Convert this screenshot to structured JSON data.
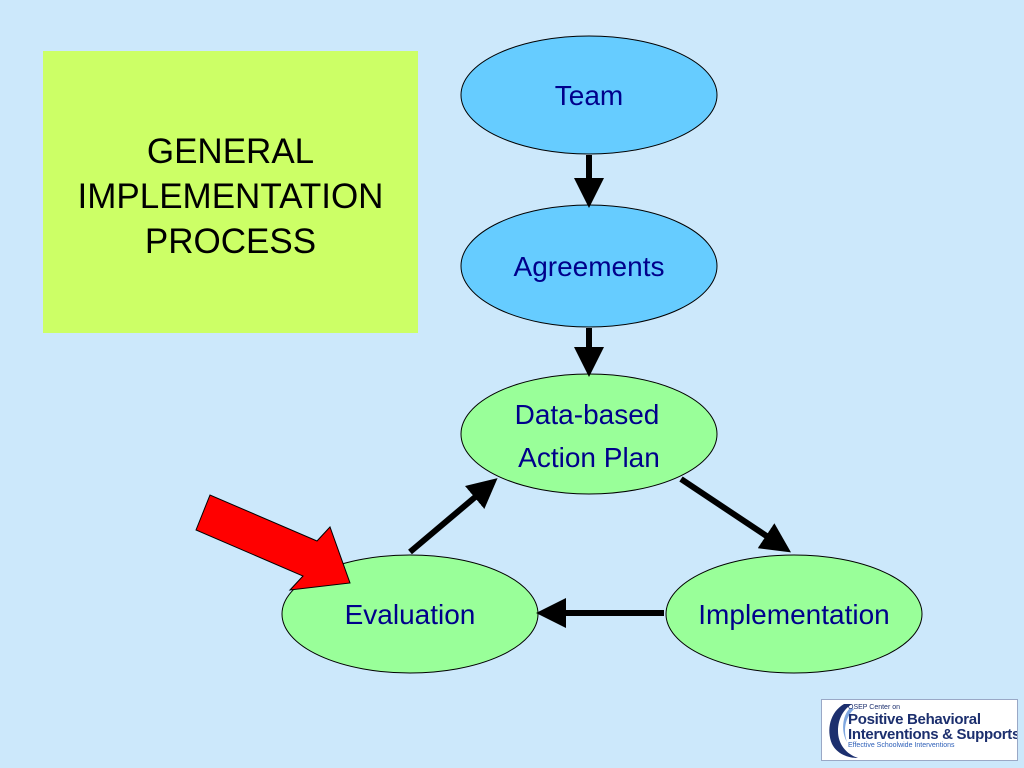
{
  "title": {
    "lines": [
      "GENERAL",
      "IMPLEMENTATION",
      "PROCESS"
    ]
  },
  "nodes": {
    "team": {
      "label": "Team"
    },
    "agreements": {
      "label": "Agreements"
    },
    "action_plan": {
      "label_lines": [
        "Data-based",
        "Action Plan"
      ]
    },
    "evaluation": {
      "label": "Evaluation"
    },
    "implementation": {
      "label": "Implementation"
    }
  },
  "colors": {
    "background": "#cce8fb",
    "title_box": "#ccff66",
    "blue_node": "#66ccff",
    "green_node": "#99ff99",
    "node_text": "#00008b",
    "arrow": "#000000",
    "highlight_arrow": "#ff0000"
  },
  "logo": {
    "top_line": "OSEP Center on",
    "line1": "Positive Behavioral",
    "line2": "Interventions & Supports",
    "tagline": "Effective Schoolwide Interventions"
  }
}
